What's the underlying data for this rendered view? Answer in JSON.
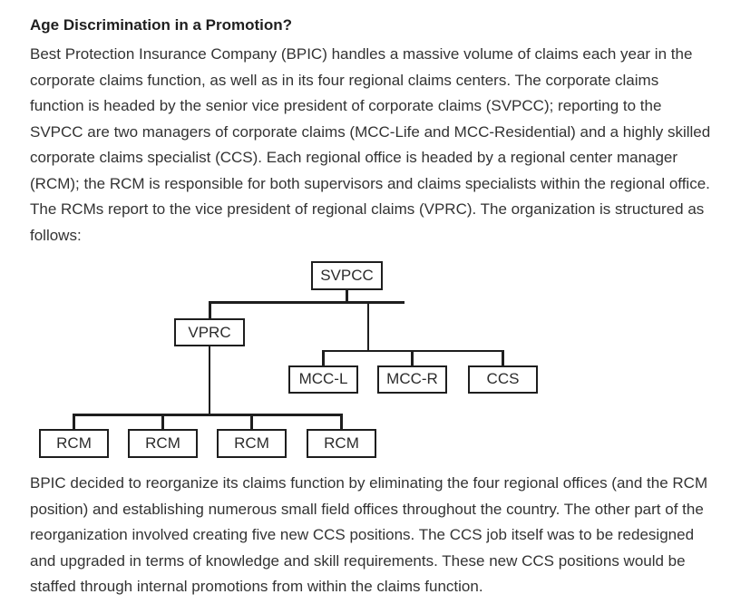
{
  "document": {
    "title": "Age Discrimination in a Promotion?",
    "paragraph_intro": "Best Protection Insurance Company (BPIC) handles a massive volume of claims each year in the corporate claims function, as well as in its four regional claims centers. The corporate claims function is headed by the senior vice president of corporate claims (SVPCC); reporting to the SVPCC are two managers of corporate claims (MCC-Life and MCC-Residential) and a highly skilled corporate claims specialist (CCS). Each regional office is headed by a regional center manager (RCM); the RCM is responsible for both supervisors and claims specialists within the regional office. The RCMs report to the vice president of regional claims (VPRC). The organization is structured as follows:",
    "paragraph_closing": "BPIC decided to reorganize its claims function by eliminating the four regional offices (and the RCM position) and establishing numerous small field offices throughout the country. The other part of the reorganization involved creating five new CCS positions. The CCS job itself was to be redesigned and upgraded in terms of knowledge and skill requirements. These new CCS positions would be staffed through internal promotions from within the claims function."
  },
  "org_chart": {
    "type": "org-hierarchy",
    "nodes": {
      "svpcc": "SVPCC",
      "vprc": "VPRC",
      "mcc_l": "MCC-L",
      "mcc_r": "MCC-R",
      "ccs": "CCS",
      "rcm1": "RCM",
      "rcm2": "RCM",
      "rcm3": "RCM",
      "rcm4": "RCM"
    },
    "edges": [
      [
        "SVPCC",
        "VPRC"
      ],
      [
        "SVPCC",
        "MCC-L"
      ],
      [
        "SVPCC",
        "MCC-R"
      ],
      [
        "SVPCC",
        "CCS"
      ],
      [
        "VPRC",
        "RCM"
      ],
      [
        "VPRC",
        "RCM"
      ],
      [
        "VPRC",
        "RCM"
      ],
      [
        "VPRC",
        "RCM"
      ]
    ]
  },
  "colors": {
    "background": "#ffffff",
    "body_text": "#333333",
    "title_text": "#1f1f1f",
    "diagram_line": "#1e1e1e",
    "diagram_text": "#2b2b2b"
  }
}
